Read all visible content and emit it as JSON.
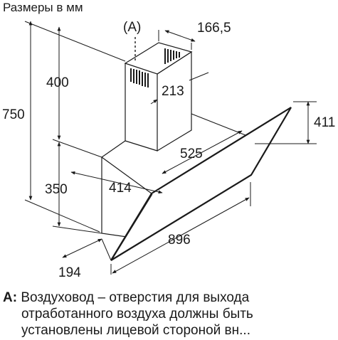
{
  "title": "Размеры в мм",
  "callout": "(A)",
  "dimensions": {
    "d_166": "166,5",
    "d_400": "400",
    "d_213": "213",
    "d_750": "750",
    "d_411": "411",
    "d_525": "525",
    "d_350": "350",
    "d_414": "414",
    "d_896": "896",
    "d_194": "194"
  },
  "footnote": {
    "key": "A:",
    "line1": "Воздуховод – отверстия для выхода",
    "line2": "отработанного воздуха должны быть",
    "line3": "установлены лицевой стороной вн..."
  }
}
